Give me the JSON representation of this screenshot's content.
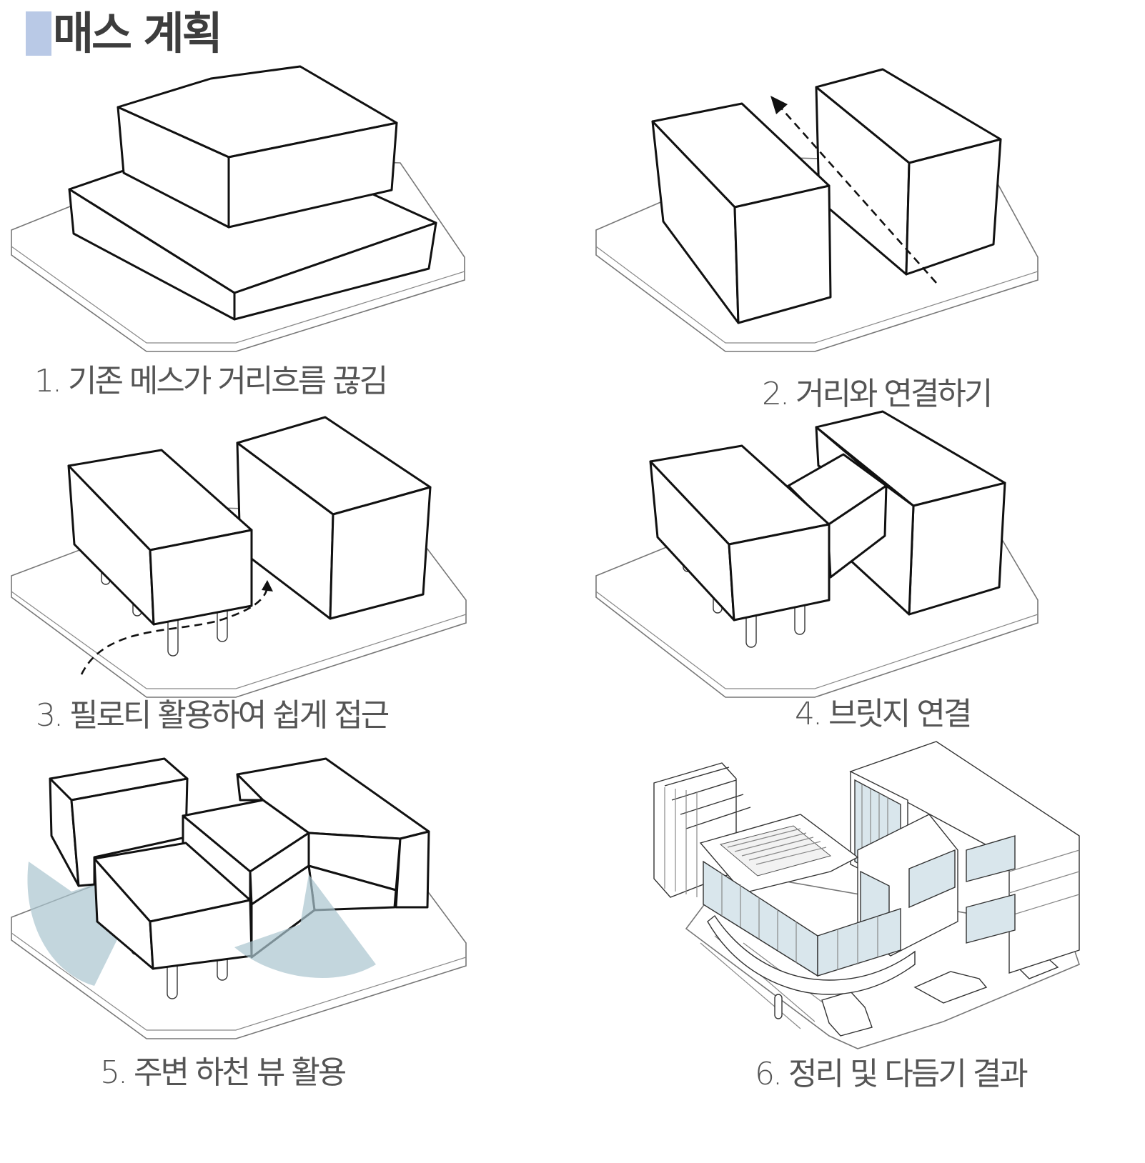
{
  "page": {
    "title": "매스 계획",
    "accent_color": "#b9c9e6",
    "view_cone_color": "#a9c4cf"
  },
  "panels": [
    {
      "id": 1,
      "caption": "1.  기존 메스가 거리흐름 끊김"
    },
    {
      "id": 2,
      "caption": "2. 거리와 연결하기"
    },
    {
      "id": 3,
      "caption": "3. 필로티 활용하여 쉽게 접근"
    },
    {
      "id": 4,
      "caption": "4. 브릿지 연결"
    },
    {
      "id": 5,
      "caption": "5. 주변 하천 뷰 활용"
    },
    {
      "id": 6,
      "caption": "6. 정리 및 다듬기 결과"
    }
  ]
}
